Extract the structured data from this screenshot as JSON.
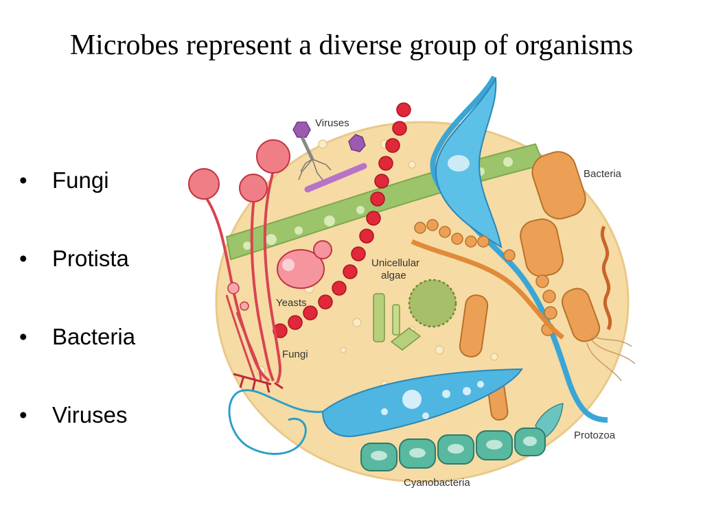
{
  "title": "Microbes represent a diverse group of organisms",
  "bullets": [
    {
      "text": "Fungi"
    },
    {
      "text": "Protista"
    },
    {
      "text": "Bacteria"
    },
    {
      "text": "Viruses"
    }
  ],
  "bullet_glyph": "•",
  "illustration": {
    "labels": {
      "viruses": "Viruses",
      "bacteria": "Bacteria",
      "unicellular_algae_line1": "Unicellular",
      "unicellular_algae_line2": "algae",
      "yeasts": "Yeasts",
      "fungi": "Fungi",
      "protozoa": "Protozoa",
      "cyanobacteria": "Cyanobacteria"
    },
    "colors": {
      "background_disc": "#f6dba4",
      "fungi": "#e0505c",
      "streptococcus": "#e02838",
      "protozoa": "#3aa6d6",
      "bacteria": "#e8963e",
      "algae_band": "#9cc46a",
      "cyanobacteria": "#59b8a0",
      "virus": "#9b5bb0"
    }
  }
}
